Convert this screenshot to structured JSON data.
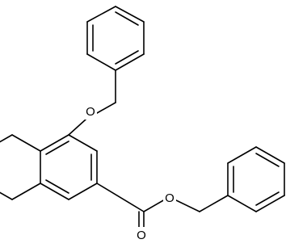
{
  "molecule": {
    "atom_labels": {
      "ether_oxygen": "O",
      "ester_oxygen": "O",
      "carbonyl_oxygen": "O"
    },
    "colors": {
      "bond": "#000000",
      "label": "#000000",
      "background": "#ffffff"
    }
  }
}
